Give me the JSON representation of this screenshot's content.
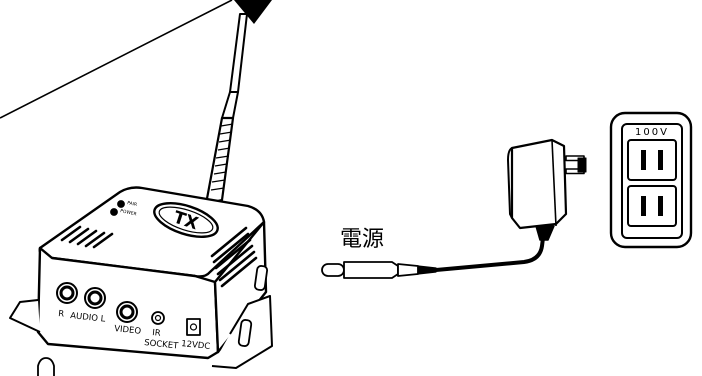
{
  "transmitter": {
    "badge": "TX",
    "led_labels": [
      "PAIR",
      "POWER"
    ],
    "ports": [
      "R",
      "AUDIO L",
      "VIDEO",
      "IR",
      "SOCKET",
      "12VDC"
    ]
  },
  "power_label": "電源",
  "outlet": {
    "voltage": "100V"
  }
}
